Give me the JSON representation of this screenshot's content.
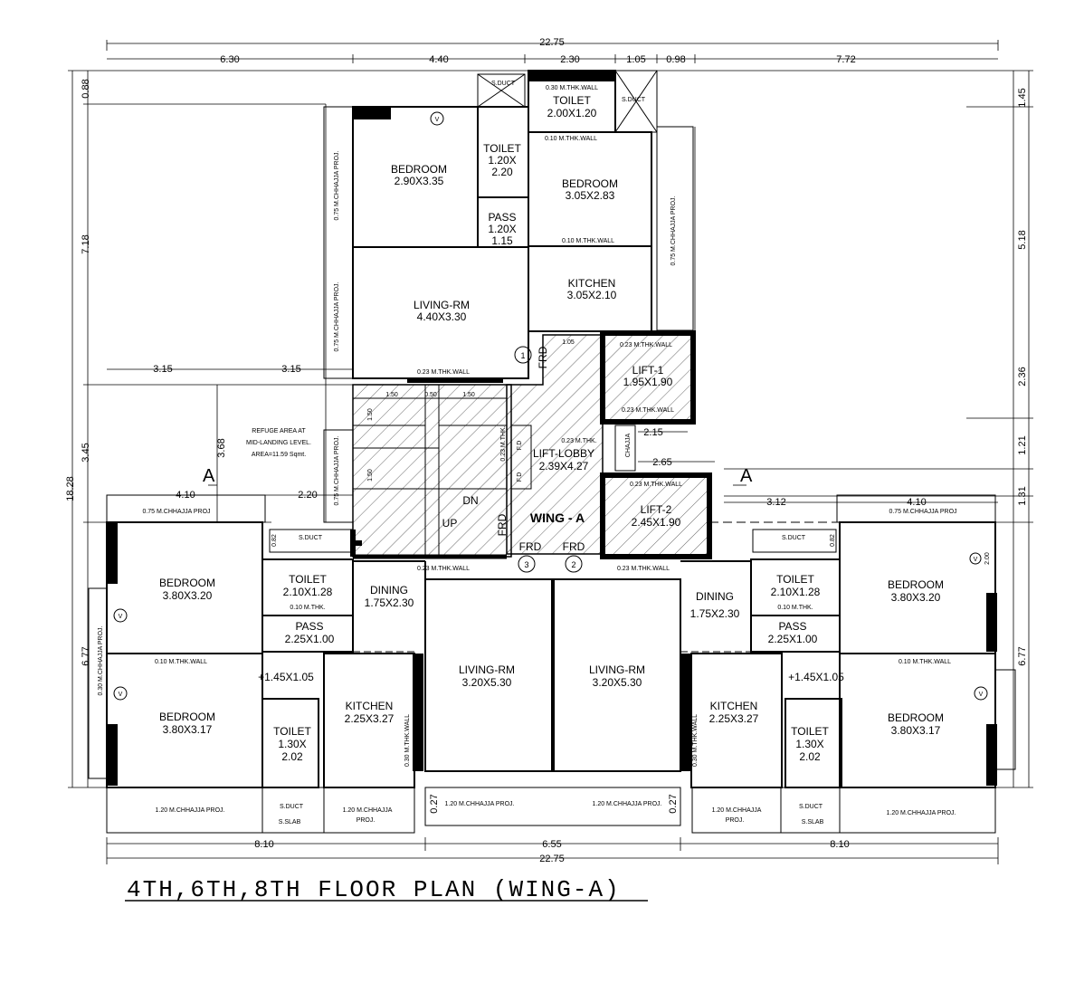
{
  "title": "4TH,6TH,8TH FLOOR PLAN (WING-A)",
  "dims": {
    "top_total": "22.75",
    "top_segments": [
      "6.30",
      "4.40",
      "2.30",
      "1.05",
      "0.98",
      "7.72"
    ],
    "left": [
      "0.88",
      "7.18",
      "3.45",
      "18.28",
      "6.77"
    ],
    "right": [
      "1.45",
      "5.18",
      "2.36",
      "1.21",
      "1.31",
      "6.77"
    ],
    "mid_left": [
      "3.15",
      "3.15",
      "4.10",
      "2.20",
      "3.68"
    ],
    "mid_right": [
      "3.12",
      "4.10"
    ],
    "lift": [
      "2.15",
      "2.65"
    ],
    "bottom": [
      "8.10",
      "6.55",
      "8.10"
    ],
    "bottom_total": "22.75",
    "small": [
      "0.27",
      "0.27",
      "0.82",
      "0.82",
      "2.00"
    ]
  },
  "rooms": {
    "top_bedroom_left": {
      "name": "BEDROOM",
      "size": "2.90X3.35"
    },
    "top_toilet_small": {
      "name": "TOILET",
      "size1": "1.20X",
      "size2": "2.20"
    },
    "top_toilet": {
      "name": "TOILET",
      "size": "2.00X1.20"
    },
    "top_bedroom_right": {
      "name": "BEDROOM",
      "size": "3.05X2.83"
    },
    "top_pass": {
      "name": "PASS",
      "size1": "1.20X",
      "size2": "1.15"
    },
    "top_kitchen": {
      "name": "KITCHEN",
      "size": "3.05X2.10"
    },
    "top_living": {
      "name": "LIVING-RM",
      "size": "4.40X3.30"
    },
    "lift1": {
      "name": "LIFT-1",
      "size": "1.95X1.90"
    },
    "lift2": {
      "name": "LIFT-2",
      "size": "2.45X1.90"
    },
    "lobby": {
      "name": "LIFT-LOBBY",
      "size": "2.39X4.27"
    },
    "wing": "WING - A",
    "left_bedroom1": {
      "name": "BEDROOM",
      "size": "3.80X3.20"
    },
    "left_toilet1": {
      "name": "TOILET",
      "size": "2.10X1.28"
    },
    "left_dining": {
      "name": "DINING",
      "size": "1.75X2.30"
    },
    "left_pass": {
      "name": "PASS",
      "size": "2.25X1.00"
    },
    "left_bedroom2": {
      "name": "BEDROOM",
      "size": "3.80X3.17"
    },
    "left_toilet2": {
      "name": "TOILET",
      "size1": "1.30X",
      "size2": "2.02"
    },
    "left_kitchen": {
      "name": "KITCHEN",
      "size": "2.25X3.27"
    },
    "left_living": {
      "name": "LIVING-RM",
      "size": "3.20X5.30"
    },
    "left_extra": "+1.45X1.05",
    "right_living": {
      "name": "LIVING-RM",
      "size": "3.20X5.30"
    },
    "right_dining": {
      "name": "DINING",
      "size": "1.75X2.30"
    },
    "right_kitchen": {
      "name": "KITCHEN",
      "size": "2.25X3.27"
    },
    "right_toilet1": {
      "name": "TOILET",
      "size": "2.10X1.28"
    },
    "right_pass": {
      "name": "PASS",
      "size": "2.25X1.00"
    },
    "right_bedroom1": {
      "name": "BEDROOM",
      "size": "3.80X3.20"
    },
    "right_bedroom2": {
      "name": "BEDROOM",
      "size": "3.80X3.17"
    },
    "right_toilet2": {
      "name": "TOILET",
      "size1": "1.30X",
      "size2": "2.02"
    },
    "right_extra": "+1.45X1.05"
  },
  "notes": {
    "refuge1": "REFUGE AREA AT",
    "refuge2": "MID-LANDING LEVEL.",
    "refuge3": "AREA=11.59 Sqmt.",
    "sduct": "S.DUCT",
    "sslab": "S.SLAB",
    "wall_030": "0.30 M.THK.WALL",
    "wall_010": "0.10 M.THK.WALL",
    "wall_010s": "0.10 M.THK.",
    "wall_023": "0.23 M.THK.WALL",
    "wall_023s": "0.23 M.THK.",
    "chhajja_075": "0.75 M.CHHAJJA PROJ.",
    "chhajja_075b": "0.75 M.CHHAJJA PROJ",
    "chhajja_120": "1.20 M.CHHAJJA PROJ.",
    "chhajja_120a": "1.20 M.CHHAJJA",
    "proj": "PROJ.",
    "chhajja_030": "0.30 M.CHHAJJA PROJ.",
    "frd": "FRD",
    "fd": "F.D",
    "dn": "DN",
    "up": "UP",
    "chajja": "CHAJJA",
    "v": "V",
    "n1": "1",
    "n2": "2",
    "n3": "3",
    "sec": "A",
    "stair": [
      "1.50",
      "0.50",
      "1.50",
      "1.50",
      "1.50",
      "1.05"
    ]
  }
}
